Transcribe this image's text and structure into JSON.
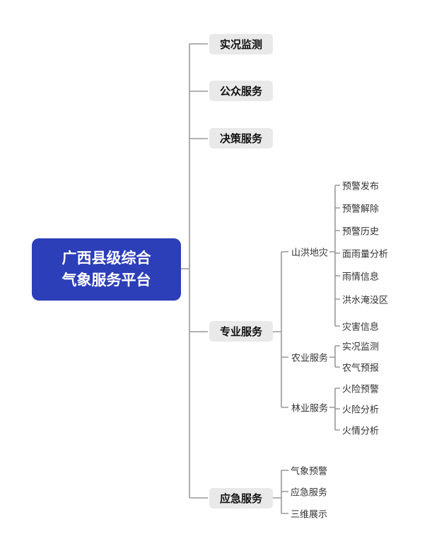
{
  "colors": {
    "root_bg": "#2c3eb8",
    "root_text": "#ffffff",
    "branch_bg": "#e9e9e9",
    "branch_text": "#111111",
    "line": "#999999",
    "leaf_text": "#333333"
  },
  "root": {
    "line1": "广西县级综合",
    "line2": "气象服务平台"
  },
  "branches": [
    {
      "label": "实况监测",
      "children": []
    },
    {
      "label": "公众服务",
      "children": []
    },
    {
      "label": "决策服务",
      "children": []
    },
    {
      "label": "专业服务",
      "children": [
        {
          "label": "山洪地灾",
          "children": [
            {
              "label": "预警发布"
            },
            {
              "label": "预警解除"
            },
            {
              "label": "预警历史"
            },
            {
              "label": "面雨量分析"
            },
            {
              "label": "雨情信息"
            },
            {
              "label": "洪水淹没区"
            },
            {
              "label": "灾害信息"
            }
          ]
        },
        {
          "label": "农业服务",
          "children": [
            {
              "label": "实况监测"
            },
            {
              "label": "农气预报"
            }
          ]
        },
        {
          "label": "林业服务",
          "children": [
            {
              "label": "火险预警"
            },
            {
              "label": "火险分析"
            },
            {
              "label": "火情分析"
            }
          ]
        }
      ]
    },
    {
      "label": "应急服务",
      "children": [
        {
          "label": "气象预警"
        },
        {
          "label": "应急服务"
        },
        {
          "label": "三维展示"
        }
      ]
    }
  ]
}
